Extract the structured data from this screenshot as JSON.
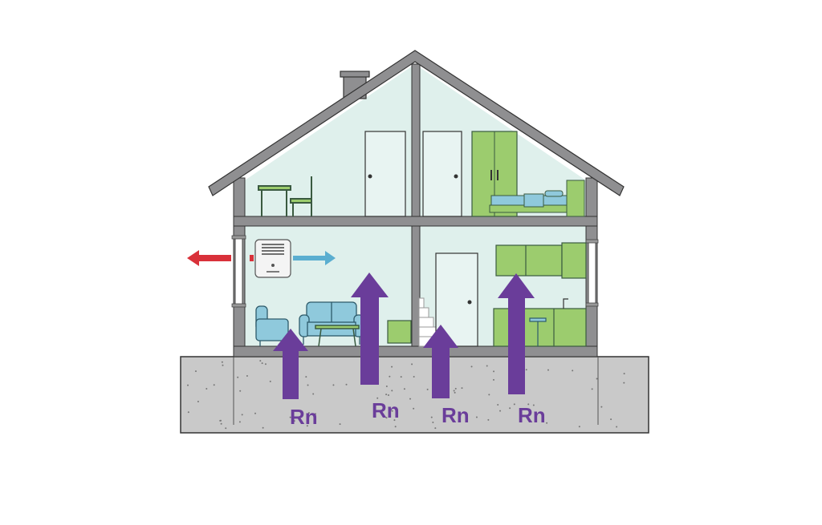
{
  "labels": {
    "radon_1": "Rn",
    "radon_2": "Rn",
    "radon_3": "Rn",
    "radon_4": "Rn"
  },
  "colors": {
    "radon": "#6a3d9a",
    "exhaust": "#d9313a",
    "supply": "#5aaed0",
    "interior": "#dff0ec",
    "wall": "#8f8f91",
    "ground": "#c9c9c9",
    "furniture_blue": "#8fc9dc",
    "furniture_green": "#9ccc6e"
  }
}
